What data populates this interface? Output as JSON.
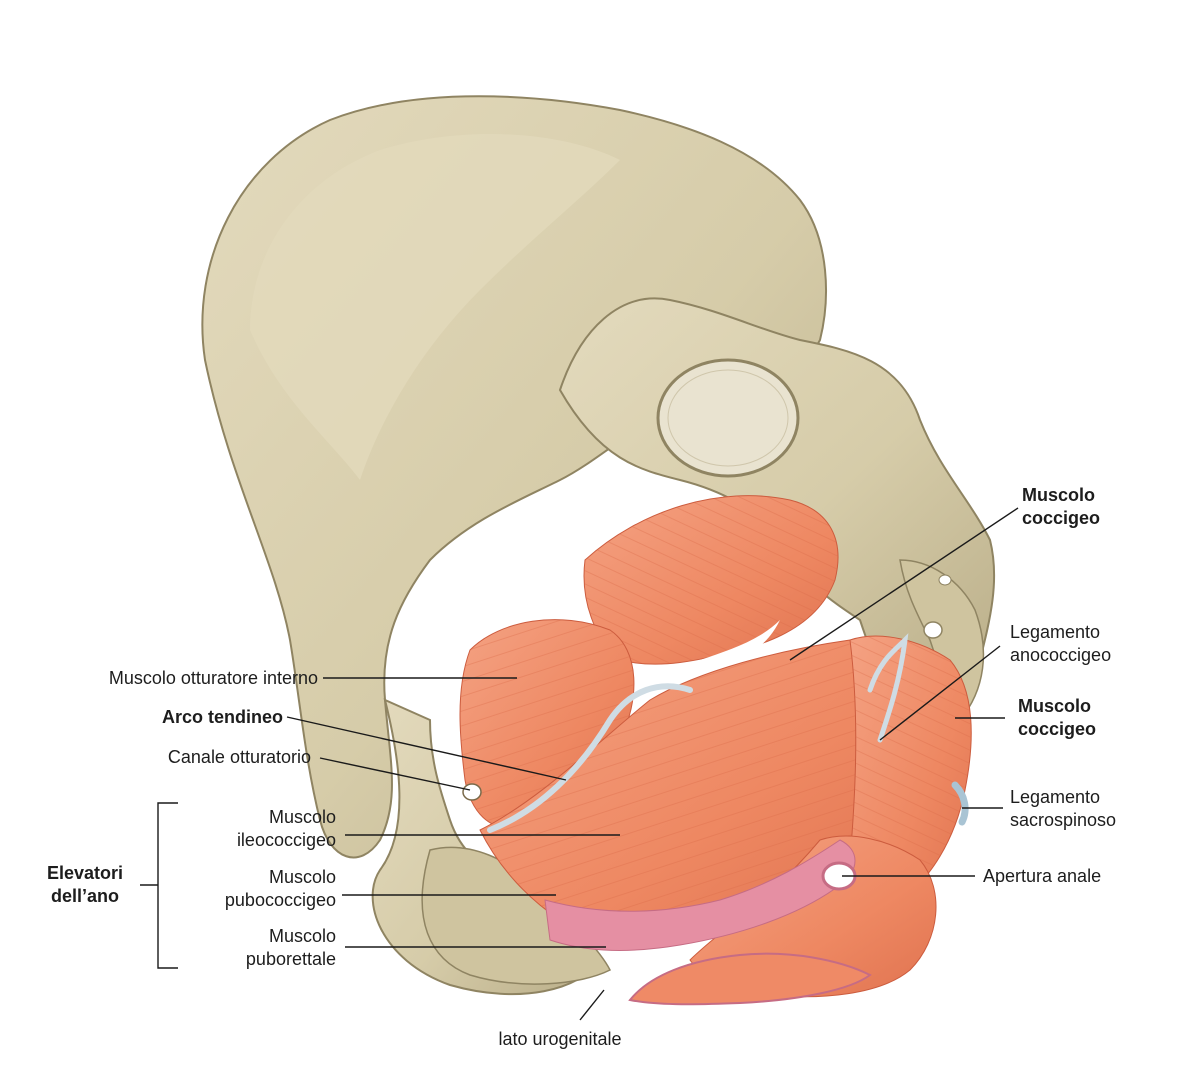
{
  "labels": {
    "muscolo_coccigeo_top": [
      "Muscolo",
      "coccigeo"
    ],
    "legamento_anococcigeo": [
      "Legamento",
      "anococcigeo"
    ],
    "muscolo_coccigeo_right": [
      "Muscolo",
      "coccigeo"
    ],
    "legamento_sacrospinoso": [
      "Legamento",
      "sacrospinoso"
    ],
    "apertura_anale": "Apertura anale",
    "muscolo_otturatore_interno": "Muscolo otturatore interno",
    "arco_tendineo": "Arco tendineo",
    "canale_otturatorio": "Canale otturatorio",
    "muscolo_ileococcigeo": [
      "Muscolo",
      "ileococcigeo"
    ],
    "muscolo_pubococcigeo": [
      "Muscolo",
      "pubococcigeo"
    ],
    "muscolo_puborettale": [
      "Muscolo",
      "puborettale"
    ],
    "elevatori_dell_ano": [
      "Elevatori",
      "dell’ano"
    ],
    "lato_urogenitale": "lato urogenitale"
  },
  "colors": {
    "bone": "#d8cfb0",
    "bone_shade": "#b7ab86",
    "bone_dark": "#8f8462",
    "muscle": "#ef8a66",
    "muscle_light": "#f4a283",
    "muscle_dark": "#d9694a",
    "tendon": "#cfdce4",
    "puborectalis": "#e58fa3",
    "leader": "#1a1a1a"
  }
}
